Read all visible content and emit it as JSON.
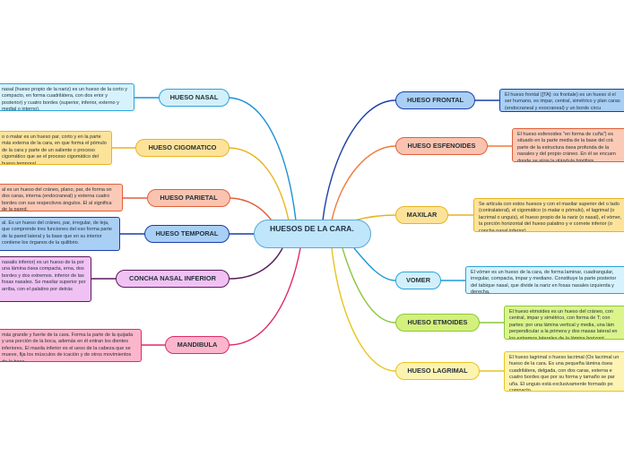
{
  "center": {
    "title": "HUESOS DE LA CARA."
  },
  "colors": {
    "blue": "#1e8fd6",
    "orange": "#f07a3a",
    "red": "#e0603a",
    "yellow": "#e8b420",
    "green": "#8cc63f",
    "purple": "#5a1a5a",
    "pink": "#e02a6a",
    "center_fill": "#bfe6fb"
  },
  "branches": {
    "nasal": {
      "label": "HUESO NASAL",
      "note": "nasal (hueso propio de la nariz) es un hueso de la corto y compacto, en forma cuadrilátera, con dos erior y posterior) y cuatro bordes (superior, inferior, externo y medial o interno)."
    },
    "cigomatico": {
      "label": "HUESO CIGOMATICO",
      "note": "o o malar es un hueso par, corto y en la parte más externa de la cara, en que forma el pómulo de la cara y parte de un saliente o proceso cigomático que se el proceso cigomático del hueso temporal."
    },
    "parietal": {
      "label": "HUESO PARIETAL",
      "note": "al es un hueso del cráneo, plano, par, de forma on dos caras, interna (endocraneal) y externa cuatro bordes con sus respectivos ángulos. El al significa de la pared."
    },
    "temporal": {
      "label": "HUESO TEMPORAL",
      "note": "al. Es un hueso del cráneo, par, irregular, de leja, que comprende tres funciones del eso forma parte de la pared lateral y la base que en su interior contiene los órganos de la quilibrio."
    },
    "concha": {
      "label": "CONCHA NASAL INFERIOR",
      "note": "nasalis inferior) es un hueso de la por una lámina ósea compacta, erna, dos bordes y dos extremos. inferior de las fosas nasales. Se maxilar superior por arriba, con el palatino por detrás"
    },
    "mandibula": {
      "label": "MANDIBULA",
      "note": "más grande y fuerte de la cara. Forma la parte de la quijada y una porción de la boca, además en él entran los dientes inferiores. El maxila inferior es el ueso de la cabeza que se mueve, fija los músculos de icación y de otros movimientos de la boca."
    },
    "frontal": {
      "label": "HUESO FRONTAL",
      "note": "El hueso frontal ([TA]: os frontale) es un hueso d el ser humano, es impar, central, simétrico y plan caras (endocraneal y exocraneal) y un borde circu"
    },
    "esfenoides": {
      "label": "HUESO ESFENOIDES",
      "note": "El hueso esfenoides \"en forma de cuña\") es situado en la parte media de la base del crá parte de la estructura ósea profunda de la nasales y del propio cráneo. En él se encuen donde se aloja la glándula hipófisis."
    },
    "maxilar": {
      "label": "MAXILAR",
      "note": "Se articula con estos huesos y con el maxilar superior del o lado (contralateral), el cigomático (o malar o pómulo), el lagrimal (o lacrimal o unguis), el hueso propio de la nariz (o nasal), el vómer, la porción horizontal del hueso palatino y e cornete inferior (o concha nasal inferior)."
    },
    "vomer": {
      "label": "VOMER",
      "note": "El vómer es un hueso de la cara, de forma laminar, cuadrangular, irregular, compacta, impar y mediano. Constituye la parte posterior del tabique nasal, que divide la nariz en fosas nasales izquierda y derecha."
    },
    "etmoides": {
      "label": "HUESO ETMOIDES",
      "note": "El hueso etmoides es un hueso del cráneo, con central, impar y simétrico, con forma de T; con partes: por una lámina vertical y media, una lám perpendicular a la primera y dos masas lateral en los extremos laterales de la lámina horizont"
    },
    "lagrimal": {
      "label": "HUESO LAGRIMAL",
      "note": "El hueso lagrimal o hueso lacrimal (Os lacrimal un hueso de la cara. Es una pequeña lámina ósea cuadrilátera, delgada, con dos caras, externa e cuatro bordes que por su forma y tamaño se par uña. El unguis está exclusivamente formado po compacto."
    }
  }
}
